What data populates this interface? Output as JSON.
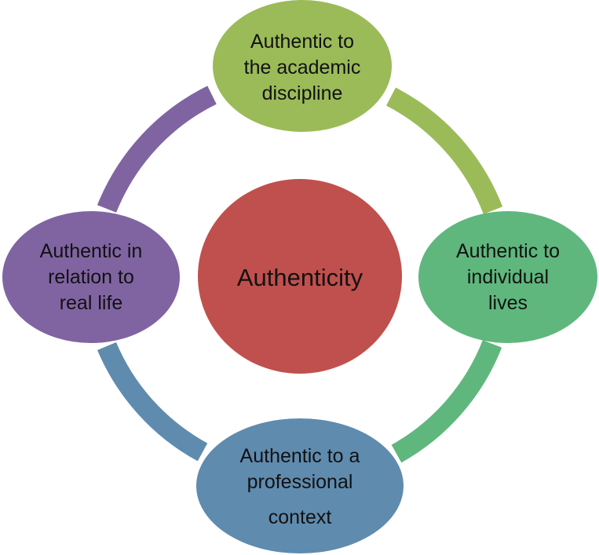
{
  "colors": {
    "center": "#C0504D",
    "top": "#9BBB59",
    "right": "#5FB77D",
    "bottom": "#5F8BAE",
    "left": "#8064A2",
    "arc_top_right": "#9BBB59",
    "arc_right_bottom": "#5FB77D",
    "arc_bottom_left": "#5F8BAE",
    "arc_left_top": "#8064A2"
  },
  "center": {
    "label": "Authenticity"
  },
  "nodes": {
    "top": {
      "lines": [
        "Authentic to",
        "the academic",
        "discipline"
      ]
    },
    "right": {
      "lines": [
        "Authentic to",
        "individual",
        "lives"
      ]
    },
    "bottom": {
      "lines": [
        "Authentic to a",
        "professional",
        "context"
      ]
    },
    "left": {
      "lines": [
        "Authentic in",
        "relation to",
        "real life"
      ]
    }
  }
}
